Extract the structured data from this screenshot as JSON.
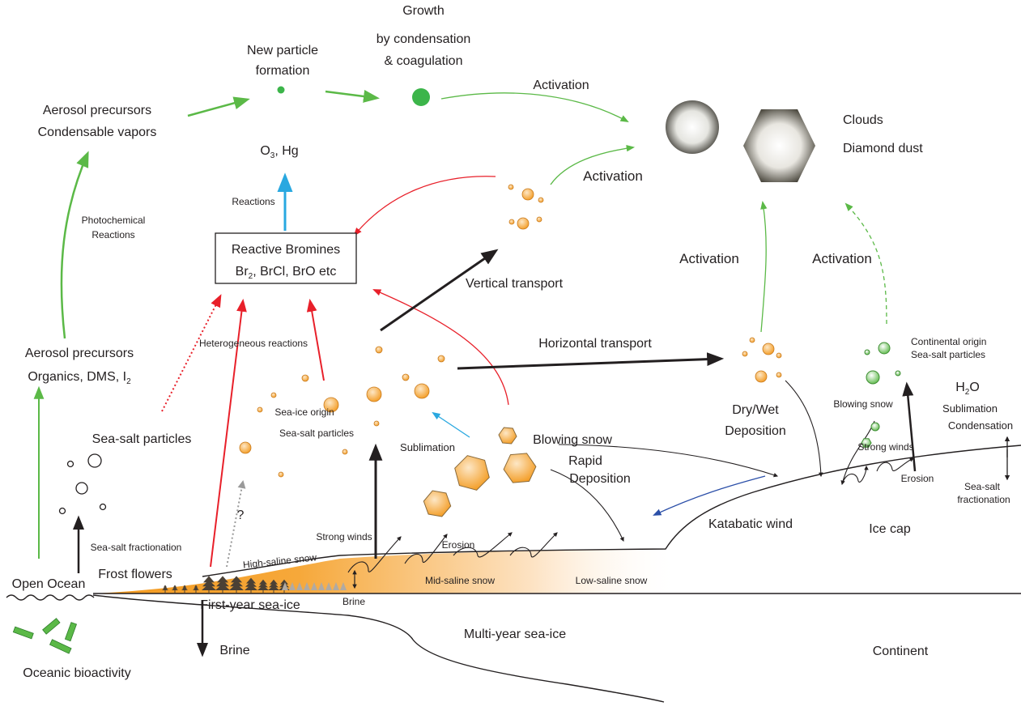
{
  "labels": {
    "growth_1": "Growth",
    "growth_2": "by condensation",
    "growth_3": "& coagulation",
    "npf_1": "New particle",
    "npf_2": "formation",
    "activation_top": "Activation",
    "activation_mid": "Activation",
    "activation_right_1": "Activation",
    "activation_right_2": "Activation",
    "aerosol_precursors_1a": "Aerosol precursors",
    "aerosol_precursors_1b": "Condensable vapors",
    "o3_hg": "O3, Hg",
    "clouds": "Clouds",
    "diamond_dust": "Diamond dust",
    "photochem_1": "Photochemical",
    "photochem_2": "Reactions",
    "reactions": "Reactions",
    "reactive_bromines": "Reactive Bromines",
    "bromine_species": "Br2, BrCl, BrO etc",
    "vertical_transport": "Vertical transport",
    "heterogeneous_reactions": "Heterogeneous reactions",
    "horizontal_transport": "Horizontal transport",
    "aerosol_precursors_2a": "Aerosol precursors",
    "aerosol_precursors_2b": "Organics, DMS, I2",
    "sea_ice_origin_1": "Sea-ice origin",
    "sea_ice_origin_2": "Sea-salt particles",
    "continental_origin_1": "Continental origin",
    "continental_origin_2": "Sea-salt particles",
    "dry_wet_1": "Dry/Wet",
    "dry_wet_2": "Deposition",
    "blowing_snow_right": "Blowing snow",
    "h2o": "H2O",
    "sublimation_right": "Sublimation",
    "condensation": "Condensation",
    "sea_salt_particles": "Sea-salt particles",
    "sublimation": "Sublimation",
    "blowing_snow": "Blowing snow",
    "rapid_1": "Rapid",
    "rapid_2": "Deposition",
    "strong_winds_right": "Strong winds",
    "erosion_right": "Erosion",
    "sea_salt_frac_right_1": "Sea-salt",
    "sea_salt_frac_right_2": "fractionation",
    "question": "?",
    "katabatic_wind": "Katabatic wind",
    "ice_cap": "Ice cap",
    "sea_salt_fractionation": "Sea-salt fractionation",
    "strong_winds": "Strong winds",
    "high_saline_snow": "High-saline snow",
    "erosion": "Erosion",
    "open_ocean": "Open Ocean",
    "frost_flowers": "Frost flowers",
    "mid_saline_snow": "Mid-saline snow",
    "low_saline_snow": "Low-saline snow",
    "brine_small": "Brine",
    "first_year_ice": "First-year sea-ice",
    "multi_year_ice": "Multi-year sea-ice",
    "continent": "Continent",
    "oceanic_bioactivity": "Oceanic bioactivity",
    "brine": "Brine"
  },
  "colors": {
    "green_arrow": "#5bb947",
    "red_arrow": "#e8202a",
    "blue_arrow": "#29a8e0",
    "black_arrow": "#231f20",
    "orange_particle": "#f7a940",
    "snow_gradient": "#f39a1f",
    "green_particle": "#7cc576",
    "blue_wind": "#2b4fa8"
  }
}
